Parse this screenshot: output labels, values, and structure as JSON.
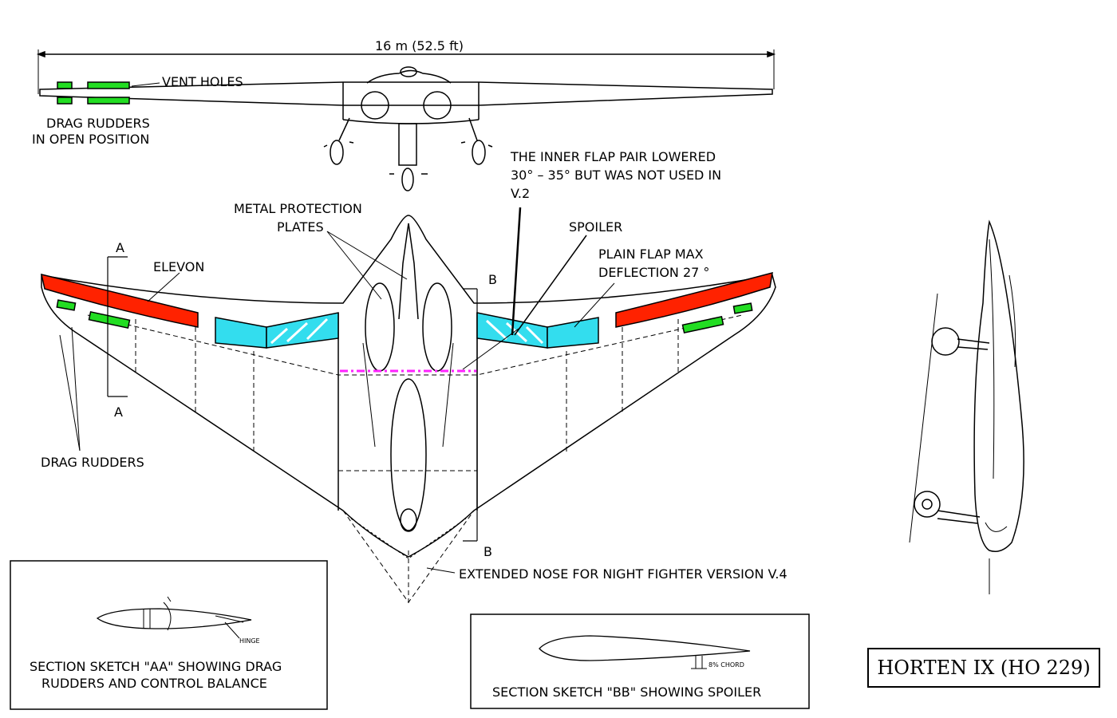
{
  "labels": {
    "span": "16 m (52.5 ft)",
    "vent_holes": "VENT HOLES",
    "drag_rudders_open_1": "DRAG RUDDERS",
    "drag_rudders_open_2": "IN OPEN POSITION",
    "inner_flap_1": "THE INNER FLAP PAIR LOWERED",
    "inner_flap_2": "30° – 35° BUT WAS NOT USED IN",
    "inner_flap_3": "V.2",
    "metal_plates_1": "METAL PROTECTION",
    "metal_plates_2": "PLATES",
    "spoiler": "SPOILER",
    "plain_flap_1": "PLAIN FLAP MAX",
    "plain_flap_2": "DEFLECTION 27 °",
    "elevon": "ELEVON",
    "section_a_top": "A",
    "section_a_bottom": "A",
    "section_b_top": "B",
    "section_b_bottom": "B",
    "drag_rudders": "DRAG RUDDERS",
    "extended_nose": "EXTENDED NOSE FOR NIGHT FIGHTER VERSION  V.4",
    "hinge": "HINGE",
    "chord": "8% CHORD"
  },
  "sections": {
    "aa_line1": "SECTION SKETCH \"AA\" SHOWING DRAG",
    "aa_line2": "RUDDERS AND CONTROL BALANCE",
    "bb_line1": "SECTION SKETCH \"BB\" SHOWING SPOILER"
  },
  "title": "HORTEN IX (HO 229)",
  "colors": {
    "elevon": "#ff2200",
    "flap": "#33ddee",
    "drag_rudder": "#22dd22",
    "spoiler_line": "#ff22ff"
  }
}
